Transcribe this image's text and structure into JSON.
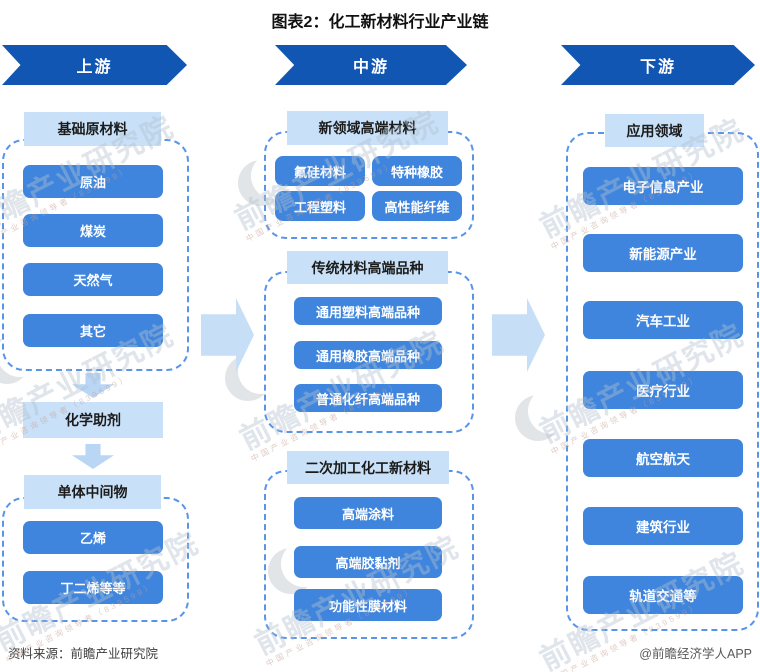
{
  "title": "图表2：化工新材料行业产业链",
  "banners": {
    "upstream": "上游",
    "midstream": "中游",
    "downstream": "下游"
  },
  "upstream": {
    "basic": {
      "header": "基础原材料",
      "items": [
        "原油",
        "煤炭",
        "天然气",
        "其它"
      ]
    },
    "chem_box": "化学助剂",
    "monomer": {
      "header": "单体中间物",
      "items": [
        "乙烯",
        "丁二烯等等"
      ]
    }
  },
  "midstream": {
    "new_materials": {
      "header": "新领域高端材料",
      "items": [
        "氟硅材料",
        "特种橡胶",
        "工程塑料",
        "高性能纤维"
      ]
    },
    "traditional": {
      "header": "传统材料高端品种",
      "items": [
        "通用塑料高端品种",
        "通用橡胶高端品种",
        "普通化纤高端品种"
      ]
    },
    "secondary": {
      "header": "二次加工化工新材料",
      "items": [
        "高端涂料",
        "高端胶黏剂",
        "功能性膜材料"
      ]
    }
  },
  "downstream": {
    "header": "应用领域",
    "items": [
      "电子信息产业",
      "新能源产业",
      "汽车工业",
      "医疗行业",
      "航空航天",
      "建筑行业",
      "轨道交通等"
    ]
  },
  "footer": {
    "source": "资料来源：前瞻产业研究院",
    "credit": "@前瞻经济学人APP"
  },
  "watermark": {
    "text": "前瞻产业研究院",
    "subtext": "中国产业咨询领导者（839599）"
  },
  "colors": {
    "banner_blue": "#1256B4",
    "node_blue": "#3F85DD",
    "light_header_blue": "#C9E1F8",
    "arrow_light_blue": "#C7DEF7",
    "dashed_border_blue": "#5894E8"
  }
}
